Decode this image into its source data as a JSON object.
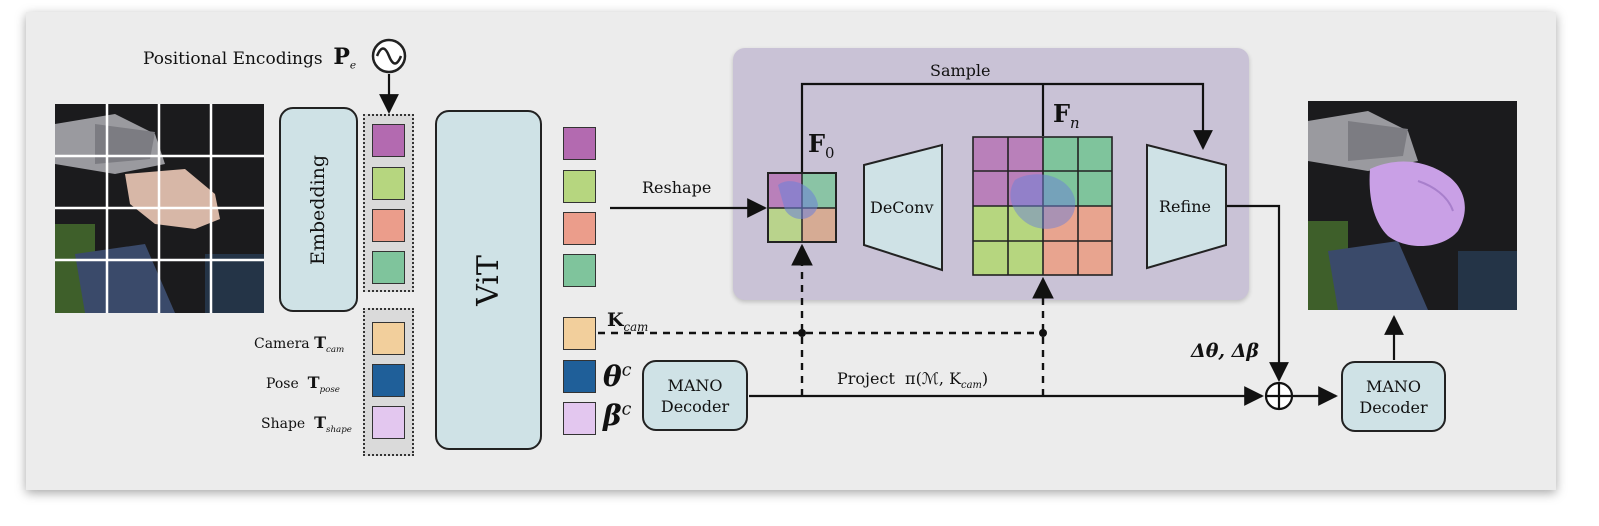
{
  "labels": {
    "positional_encodings": "Positional Encodings",
    "pe_symbol": "P",
    "pe_sub": "e",
    "embedding": "Embedding",
    "vit": "ViT",
    "camera": "Camera",
    "camera_sym": "T",
    "camera_sub": "cam",
    "pose": "Pose",
    "pose_sym": "T",
    "pose_sub": "pose",
    "shape": "Shape",
    "shape_sym": "T",
    "shape_sub": "shape",
    "reshape": "Reshape",
    "sample": "Sample",
    "f0_sym": "F",
    "f0_sub": "0",
    "fn_sym": "F",
    "fn_sub": "n",
    "deconv": "DeConv",
    "refine": "Refine",
    "kcam_sym": "K",
    "kcam_sub": "cam",
    "theta_sym": "θ",
    "theta_sup": "c",
    "beta_sym": "β",
    "beta_sup": "c",
    "mano_decoder_1a": "MANO",
    "mano_decoder_1b": "Decoder",
    "project": "Project",
    "project_formula": "π(ℳ, K",
    "project_formula_sub": "cam",
    "project_formula_end": ")",
    "delta": "Δθ, Δβ",
    "mano_decoder_2a": "MANO",
    "mano_decoder_2b": "Decoder"
  },
  "colors": {
    "panel": "#ececec",
    "module_fill": "#cfe2e6",
    "refine_region": "#c9c2d6",
    "token_purple": "#b36ab0",
    "token_green": "#b6d67f",
    "token_salmon": "#eb9d8b",
    "token_teal": "#7fc49c",
    "token_cam": "#f2cf9c",
    "token_pose": "#1f5f99",
    "token_shape": "#e3c7ef",
    "hand_mesh": "#c9a0e6"
  },
  "icons": {
    "positional_encoding": "sine-wave-circle-icon",
    "sum": "circled-plus-icon"
  }
}
